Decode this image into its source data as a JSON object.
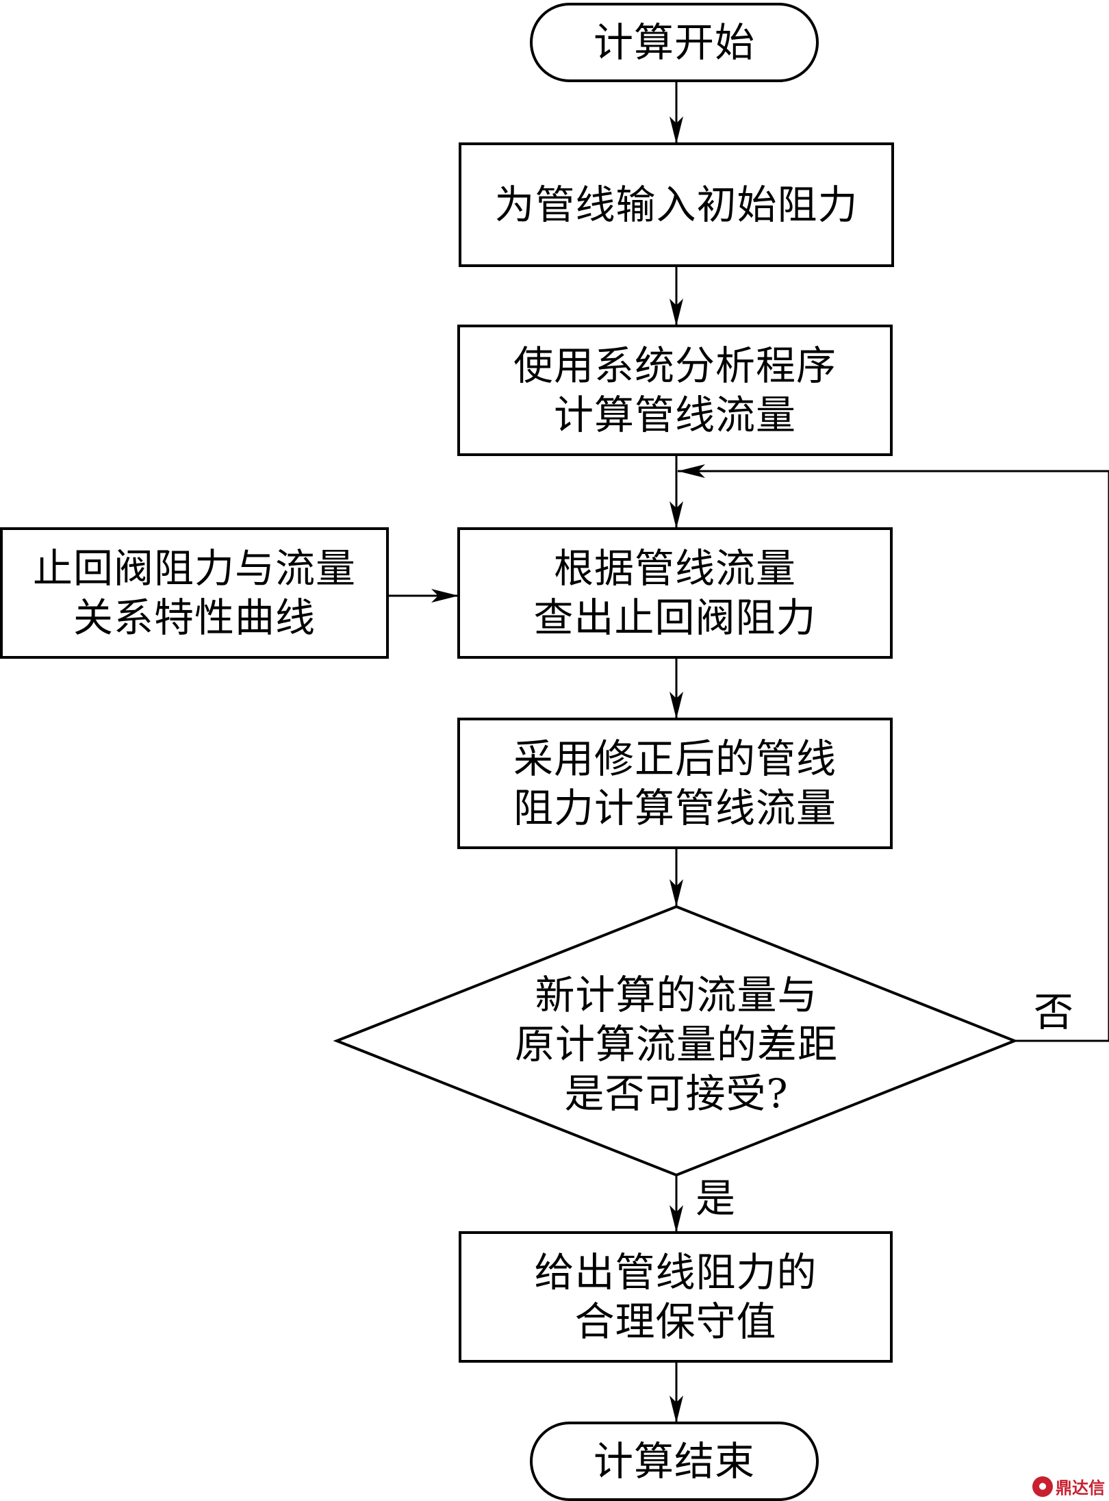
{
  "nodes": {
    "start": {
      "lines": [
        "计算开始"
      ]
    },
    "init": {
      "lines": [
        "为管线输入初始阻力"
      ]
    },
    "calc_flow": {
      "lines": [
        "使用系统分析程序",
        "计算管线流量"
      ]
    },
    "curve": {
      "lines": [
        "止回阀阻力与流量",
        "关系特性曲线"
      ]
    },
    "lookup": {
      "lines": [
        "根据管线流量",
        "查出止回阀阻力"
      ]
    },
    "recalc": {
      "lines": [
        "采用修正后的管线",
        "阻力计算管线流量"
      ]
    },
    "decision": {
      "lines": [
        "新计算的流量与",
        "原计算流量的差距",
        "是否可接受?"
      ]
    },
    "result": {
      "lines": [
        "给出管线阻力的",
        "合理保守值"
      ]
    },
    "end": {
      "lines": [
        "计算结束"
      ]
    }
  },
  "edge_labels": {
    "no": "否",
    "yes": "是"
  },
  "watermark": {
    "text": "鼎达信",
    "color": "#c8202f"
  }
}
